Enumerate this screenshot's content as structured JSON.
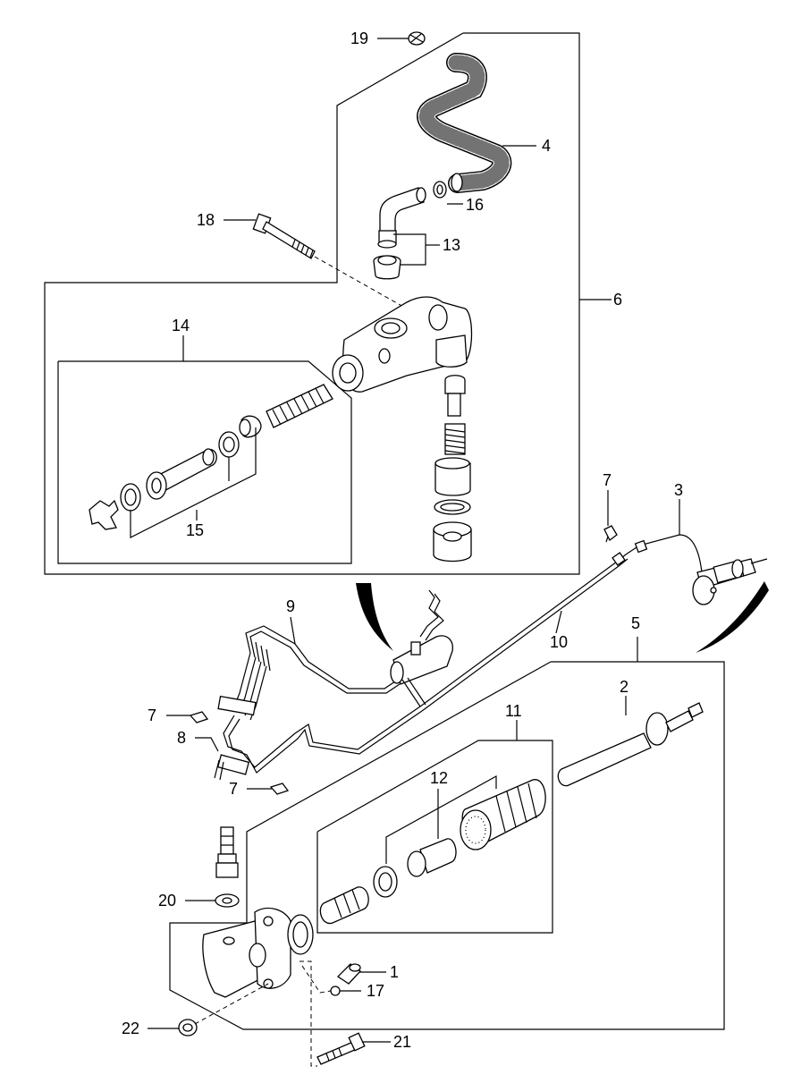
{
  "callouts": {
    "c1": "1",
    "c2": "2",
    "c3": "3",
    "c4": "4",
    "c5": "5",
    "c6": "6",
    "c7a": "7",
    "c7b": "7",
    "c7c": "7",
    "c8": "8",
    "c9": "9",
    "c10": "10",
    "c11": "11",
    "c12": "12",
    "c13": "13",
    "c14": "14",
    "c15": "15",
    "c16": "16",
    "c17": "17",
    "c18": "18",
    "c19": "19",
    "c20": "20",
    "c21": "21",
    "c22": "22"
  }
}
